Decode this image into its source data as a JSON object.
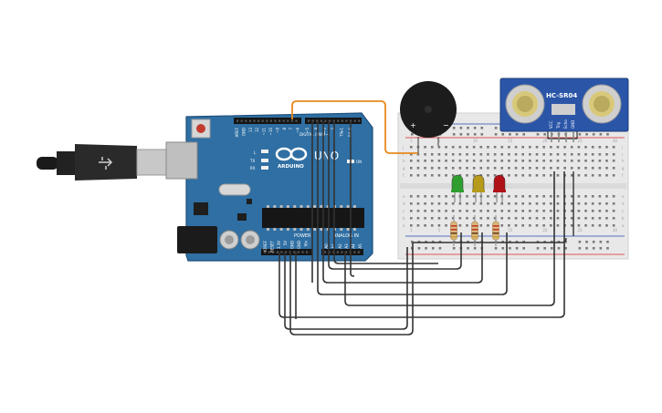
{
  "arduino": {
    "logo_text": "ARDUINO",
    "model": "UNO",
    "digital_label": "DIGITAL (PWM~)",
    "power_label": "POWER",
    "analog_label": "ANALOG IN",
    "on_label": "ON",
    "tx_label": "TX",
    "rx_label": "RX",
    "l_label": "L",
    "digital_pins": [
      "AREF",
      "GND",
      "13",
      "12",
      "~11",
      "~10",
      "~9",
      "8",
      "7",
      "~6",
      "~5",
      "4",
      "~3",
      "2",
      "TX▸1",
      "RX◂0"
    ],
    "power_pins": [
      "IOREF",
      "RESET",
      "3.3V",
      "5V",
      "GND",
      "GND",
      "Vin"
    ],
    "analog_pins": [
      "A0",
      "A1",
      "A2",
      "A3",
      "A4",
      "A5"
    ]
  },
  "sensor": {
    "label": "HC-SR04",
    "pins": [
      "VCC",
      "Trig",
      "Echo",
      "GND"
    ]
  },
  "buzzer": {
    "plus_label": "+",
    "minus_label": "−"
  },
  "breadboard": {
    "row_letters_top": [
      "j",
      "i",
      "h",
      "g",
      "f"
    ],
    "row_letters_bottom": [
      "e",
      "d",
      "c",
      "b",
      "a"
    ],
    "column_numbers": [
      "1",
      "5",
      "10",
      "15",
      "20",
      "25",
      "30"
    ]
  },
  "leds": [
    {
      "color_name": "green",
      "color": "#2e9e2e"
    },
    {
      "color_name": "yellow",
      "color": "#b59a1c"
    },
    {
      "color_name": "red",
      "color": "#b0121a"
    }
  ],
  "colors": {
    "board": "#2f6fa3",
    "board_dark": "#1f4f7a",
    "wire_dark": "#333333",
    "wire_orange": "#e8891d",
    "sensor_blue": "#2b56a8",
    "breadboard": "#e8e8e8"
  }
}
